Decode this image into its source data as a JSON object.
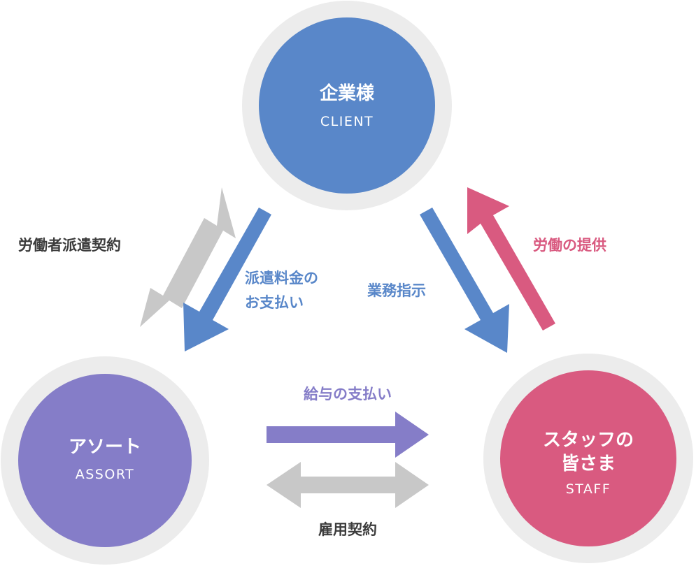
{
  "nodes": {
    "client": {
      "title": "企業様",
      "subtitle": "CLIENT"
    },
    "assort": {
      "title": "アソート",
      "subtitle": "ASSORT"
    },
    "staff": {
      "title_line1": "スタッフの",
      "title_line2": "皆さま",
      "subtitle": "STAFF"
    }
  },
  "relations": {
    "dispatch_contract": "労働者派遣契約",
    "dispatch_fee_line1": "派遣料金の",
    "dispatch_fee_line2": "お支払い",
    "work_instruction": "業務指示",
    "labor_provision": "労働の提供",
    "salary_payment": "給与の支払い",
    "employment_contract": "雇用契約"
  },
  "colors": {
    "client": "#5987c9",
    "assort": "#857dc8",
    "staff": "#d95a80",
    "ring": "#ececec",
    "neutral_arrow": "#c8c8c8",
    "text_dark": "#3c3c3c"
  }
}
